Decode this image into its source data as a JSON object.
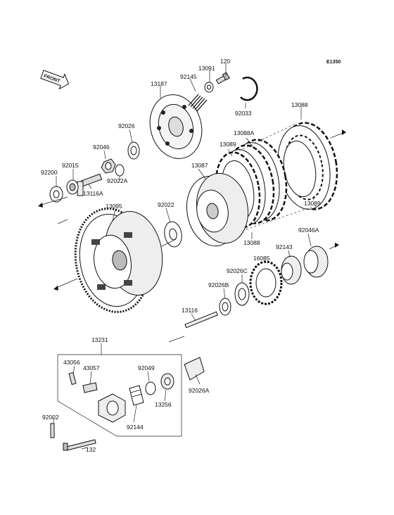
{
  "diagram_code": "E1350",
  "front_badge": "FRONT",
  "labels": {
    "p120": "120",
    "p13091": "13091",
    "p92145": "92145",
    "p13187": "13187",
    "p92033": "92033",
    "p13088_top": "13088",
    "p13088A": "13088A",
    "p13089_mid": "13089",
    "p92026": "92026",
    "p92046": "92046",
    "p92015": "92015",
    "p92200": "92200",
    "p92022A": "92022A",
    "p13116A": "13116A",
    "p13087": "13087",
    "p13089_right": "13089",
    "p13095": "13095",
    "p92022": "92022",
    "p13088_low": "13088",
    "p92046A": "92046A",
    "p92143": "92143",
    "p16085": "16085",
    "p92026C": "92026C",
    "p92026B": "92026B",
    "p13116": "13116",
    "p13231": "13231",
    "p43056": "43056",
    "p43057": "43057",
    "p92049": "92049",
    "p92026A": "92026A",
    "p13256": "13256",
    "p92144": "92144",
    "p92002": "92002",
    "p132": "132"
  }
}
